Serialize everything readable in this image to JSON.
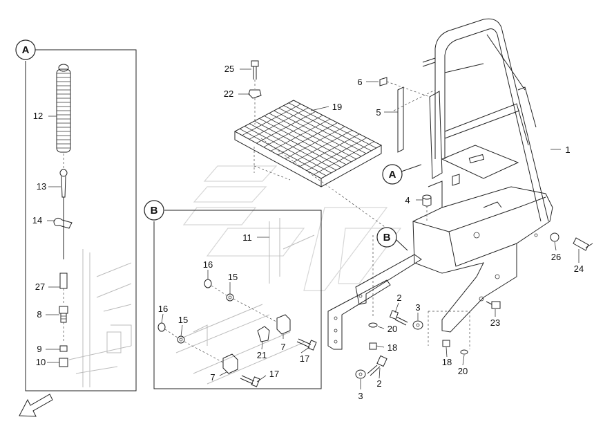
{
  "callouts": {
    "a_detail": "A",
    "b_detail": "B",
    "a_frame": "A",
    "b_frame": "B"
  },
  "labels": {
    "p1": "1",
    "p2a": "2",
    "p2b": "2",
    "p3a": "3",
    "p3b": "3",
    "p4": "4",
    "p5": "5",
    "p6": "6",
    "p7a": "7",
    "p7b": "7",
    "p8": "8",
    "p9": "9",
    "p10": "10",
    "p11": "11",
    "p12": "12",
    "p13": "13",
    "p14": "14",
    "p15a": "15",
    "p15b": "15",
    "p16a": "16",
    "p16b": "16",
    "p17a": "17",
    "p17b": "17",
    "p18a": "18",
    "p18b": "18",
    "p19": "19",
    "p20a": "20",
    "p20b": "20",
    "p21": "21",
    "p22": "22",
    "p23": "23",
    "p24": "24",
    "p25": "25",
    "p26": "26",
    "p27": "27"
  }
}
